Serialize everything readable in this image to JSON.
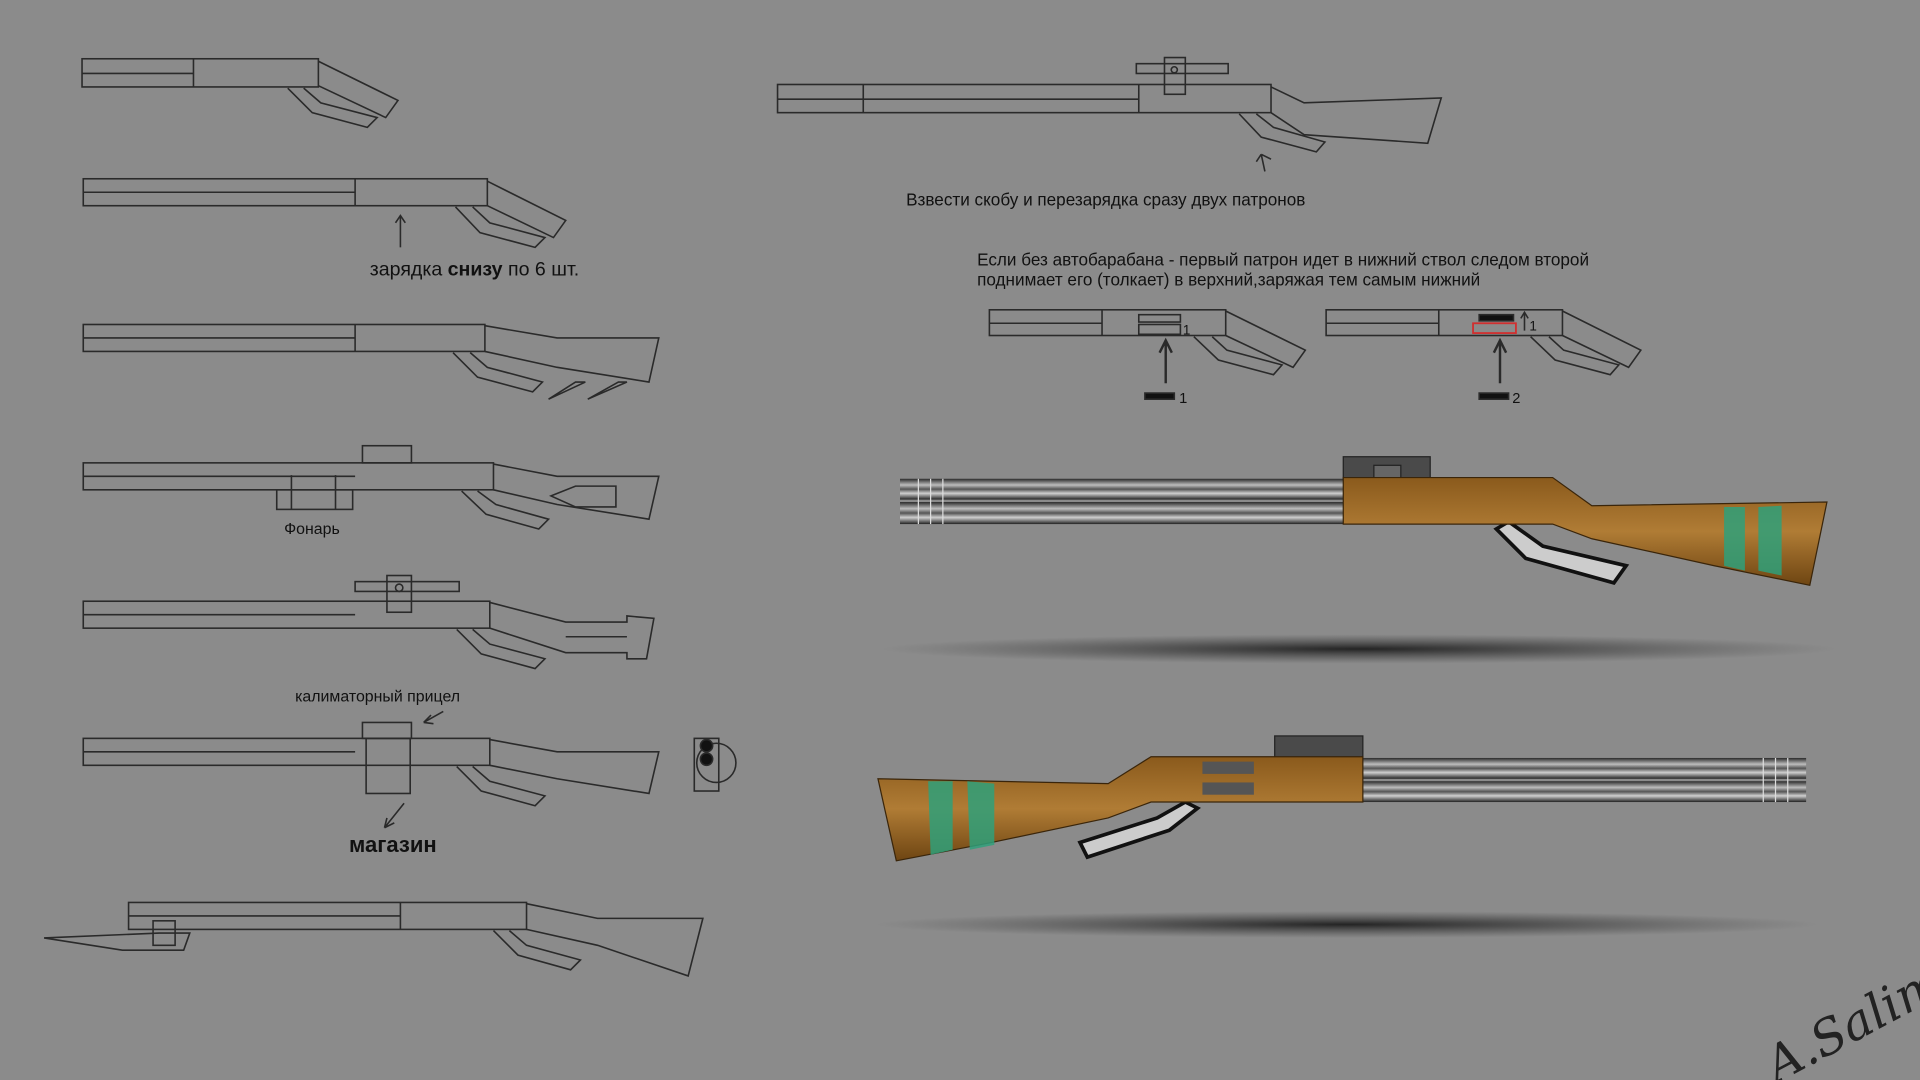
{
  "annotations": {
    "loading_pre": "зарядка ",
    "loading_bold": "снизу",
    "loading_post": " по 6 шт.",
    "flashlight": "Фонарь",
    "collimator": "калиматорный прицел",
    "magazine": "магазин",
    "lever": "Взвести скобу и перезарядка сразу двух патронов",
    "note_line1": "Если без автобарабана - первый патрон идет в нижний ствол следом второй",
    "note_line2": "поднимает его (толкает) в верхний,заряжая тем самым нижний",
    "step1_marker": "1",
    "step1_bullet": "1",
    "step2_marker": "1",
    "step2_bullet": "2"
  },
  "signature": "A.Salimov",
  "colors": {
    "background": "#8b8b8b",
    "wood": "#a0702a",
    "stripe": "#2fa07a",
    "highlight": "#d03030"
  }
}
